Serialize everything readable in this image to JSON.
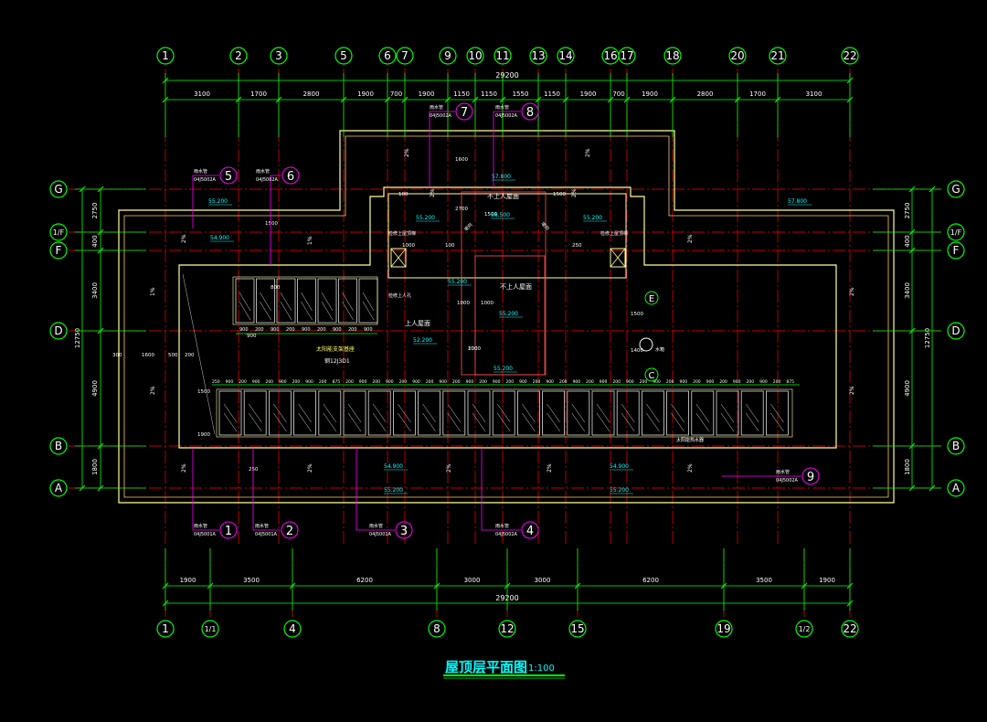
{
  "title": {
    "text": "屋顶层平面图",
    "scale": "1:100",
    "color": "#00ffff"
  },
  "colors": {
    "background": "#000000",
    "axis_bubble": "#00ff00",
    "axis_line": "#ff0000",
    "dimension": "#00ff00",
    "wall": "#ffff99",
    "text": "#ffffff",
    "annotation": "#00ffff",
    "drain": "#ff00ff",
    "parapet": "#ffcc66",
    "panel": "#dddddd"
  },
  "axes": {
    "top_labels": [
      "1",
      "2",
      "3",
      "5",
      "6",
      "7",
      "9",
      "10",
      "11",
      "13",
      "14",
      "16",
      "17",
      "18",
      "20",
      "21",
      "22"
    ],
    "bottom_labels": [
      "1",
      "1/1",
      "4",
      "8",
      "12",
      "15",
      "19",
      "1/2",
      "22"
    ],
    "left_labels": [
      "G",
      "1/F",
      "F",
      "D",
      "B",
      "A"
    ],
    "right_labels": [
      "G",
      "1/F",
      "F",
      "D",
      "B",
      "A"
    ],
    "inner_labels": [
      "E",
      "C"
    ]
  },
  "dimensions": {
    "top_total": "29200",
    "top_segments": [
      "3100",
      "1700",
      "2800",
      "1900",
      "700",
      "1900",
      "1150",
      "1150",
      "1550",
      "1150",
      "1900",
      "700",
      "1900",
      "2800",
      "1700",
      "3100"
    ],
    "bottom_total": "29200",
    "bottom_segments": [
      "1900",
      "3500",
      "6200",
      "3000",
      "3000",
      "6200",
      "3500",
      "1900"
    ],
    "left_total": "12750",
    "left_segments": [
      "2750",
      "400",
      "3400",
      "4900",
      "1800"
    ],
    "right_total": "12750",
    "right_segments": [
      "2750",
      "400",
      "3400",
      "4900",
      "1800"
    ],
    "panel_spacing_top": [
      "900",
      "200",
      "900",
      "200",
      "900",
      "200",
      "900",
      "200",
      "900"
    ],
    "panel_spacing_bottom": [
      "250",
      "900",
      "200",
      "900",
      "200",
      "900",
      "200",
      "900",
      "200",
      "875",
      "200",
      "900",
      "200",
      "900",
      "200",
      "900",
      "200",
      "900",
      "200",
      "900",
      "200",
      "900",
      "200",
      "900",
      "200",
      "900",
      "200",
      "900",
      "200",
      "900",
      "200",
      "900",
      "200",
      "900",
      "200",
      "900",
      "200",
      "900",
      "200",
      "900",
      "200",
      "900",
      "200",
      "875"
    ],
    "misc": [
      "300",
      "1600",
      "500",
      "200",
      "1500",
      "1000",
      "100",
      "1000",
      "100",
      "2700",
      "1600",
      "1000",
      "1500",
      "1400",
      "2000",
      "100",
      "1500",
      "1500",
      "250",
      "900",
      "1500",
      "1900",
      "800",
      "250"
    ]
  },
  "elevations": [
    "55.200",
    "54.900",
    "55.200",
    "56.500",
    "55.200",
    "55.200",
    "55.200",
    "52.200",
    "55.200",
    "54.900",
    "54.900",
    "55.200",
    "55.200",
    "57.800",
    "57.800"
  ],
  "slopes": [
    "2%",
    "1%",
    "1%",
    "2%",
    "2%",
    "2%",
    "2%",
    "2%",
    "2%",
    "2%",
    "2%",
    "2%",
    "2%",
    "2%",
    "2%",
    "2%"
  ],
  "labels": {
    "no_access_roof_1": "不上人屋面",
    "no_access_roof_2": "不上人屋面",
    "access_roof": "上人屋面",
    "solar_panel": "太阳能支架基座",
    "solar_panel_ref": "钢12J3D1",
    "stair_access_left": "检修上屋顶梯",
    "stair_access_right": "检修上屋顶梯",
    "solar_heater": "太阳能热水器",
    "access_hatch_1": "检修上人孔",
    "slope_note_1": "坡向",
    "slope_note_2": "坡向",
    "water_tank": "水箱"
  },
  "drain_tags": [
    {
      "num": "1",
      "label": "雨水管",
      "ref": "04J5001A"
    },
    {
      "num": "2",
      "label": "雨水管",
      "ref": "04J5001A"
    },
    {
      "num": "3",
      "label": "雨水管",
      "ref": "04J5001A"
    },
    {
      "num": "4",
      "label": "雨水管",
      "ref": "04J5002A"
    },
    {
      "num": "5",
      "label": "雨水管",
      "ref": "04J5002A"
    },
    {
      "num": "6",
      "label": "雨水管",
      "ref": "04J5002A"
    },
    {
      "num": "7",
      "label": "雨水管",
      "ref": "04J5002A"
    },
    {
      "num": "8",
      "label": "雨水管",
      "ref": "04J5002A"
    },
    {
      "num": "9",
      "label": "雨水管",
      "ref": "04J5002A"
    }
  ]
}
